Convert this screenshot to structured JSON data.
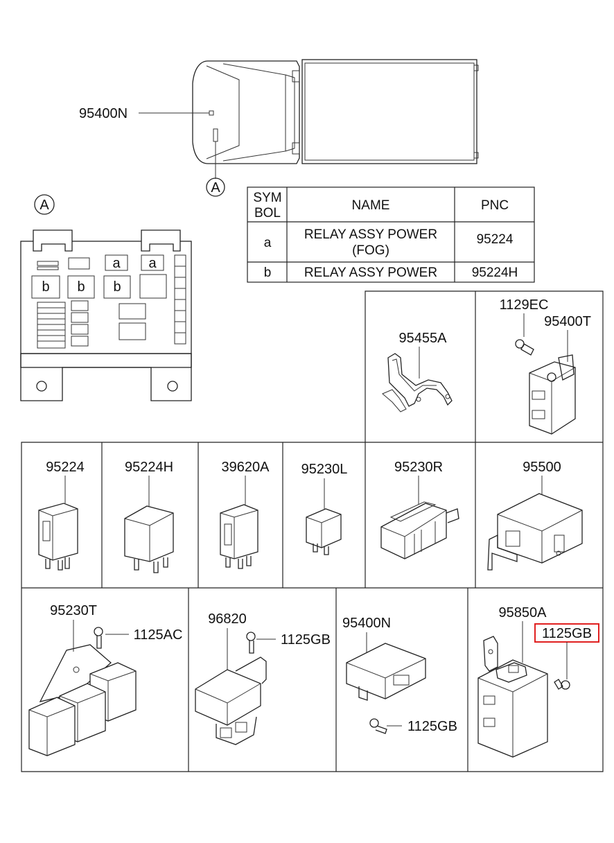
{
  "vehicle": {
    "part_label": "95400N",
    "callout": "A"
  },
  "fuse_box": {
    "callout": "A",
    "slot_a_1": "a",
    "slot_a_2": "a",
    "slot_b_1": "b",
    "slot_b_2": "b",
    "slot_b_3": "b"
  },
  "symbol_table": {
    "headers": {
      "sym_line1": "SYM",
      "sym_line2": "BOL",
      "name": "NAME",
      "pnc": "PNC"
    },
    "rows": [
      {
        "sym": "a",
        "name_line1": "RELAY ASSY POWER",
        "name_line2": "(FOG)",
        "pnc": "95224"
      },
      {
        "sym": "b",
        "name_line1": "RELAY ASSY POWER",
        "name_line2": "",
        "pnc": "95224H"
      }
    ]
  },
  "parts": {
    "p95455A": "95455A",
    "p1129EC": "1129EC",
    "p95400T": "95400T",
    "p95224": "95224",
    "p95224H": "95224H",
    "p39620A": "39620A",
    "p95230L": "95230L",
    "p95230R": "95230R",
    "p95500": "95500",
    "p95230T": "95230T",
    "p1125AC": "1125AC",
    "p96820": "96820",
    "p1125GB_a": "1125GB",
    "p95400N": "95400N",
    "p1125GB_b": "1125GB",
    "p95850A": "95850A",
    "p1125GB_highlight": "1125GB"
  },
  "highlight_color": "#e02020"
}
